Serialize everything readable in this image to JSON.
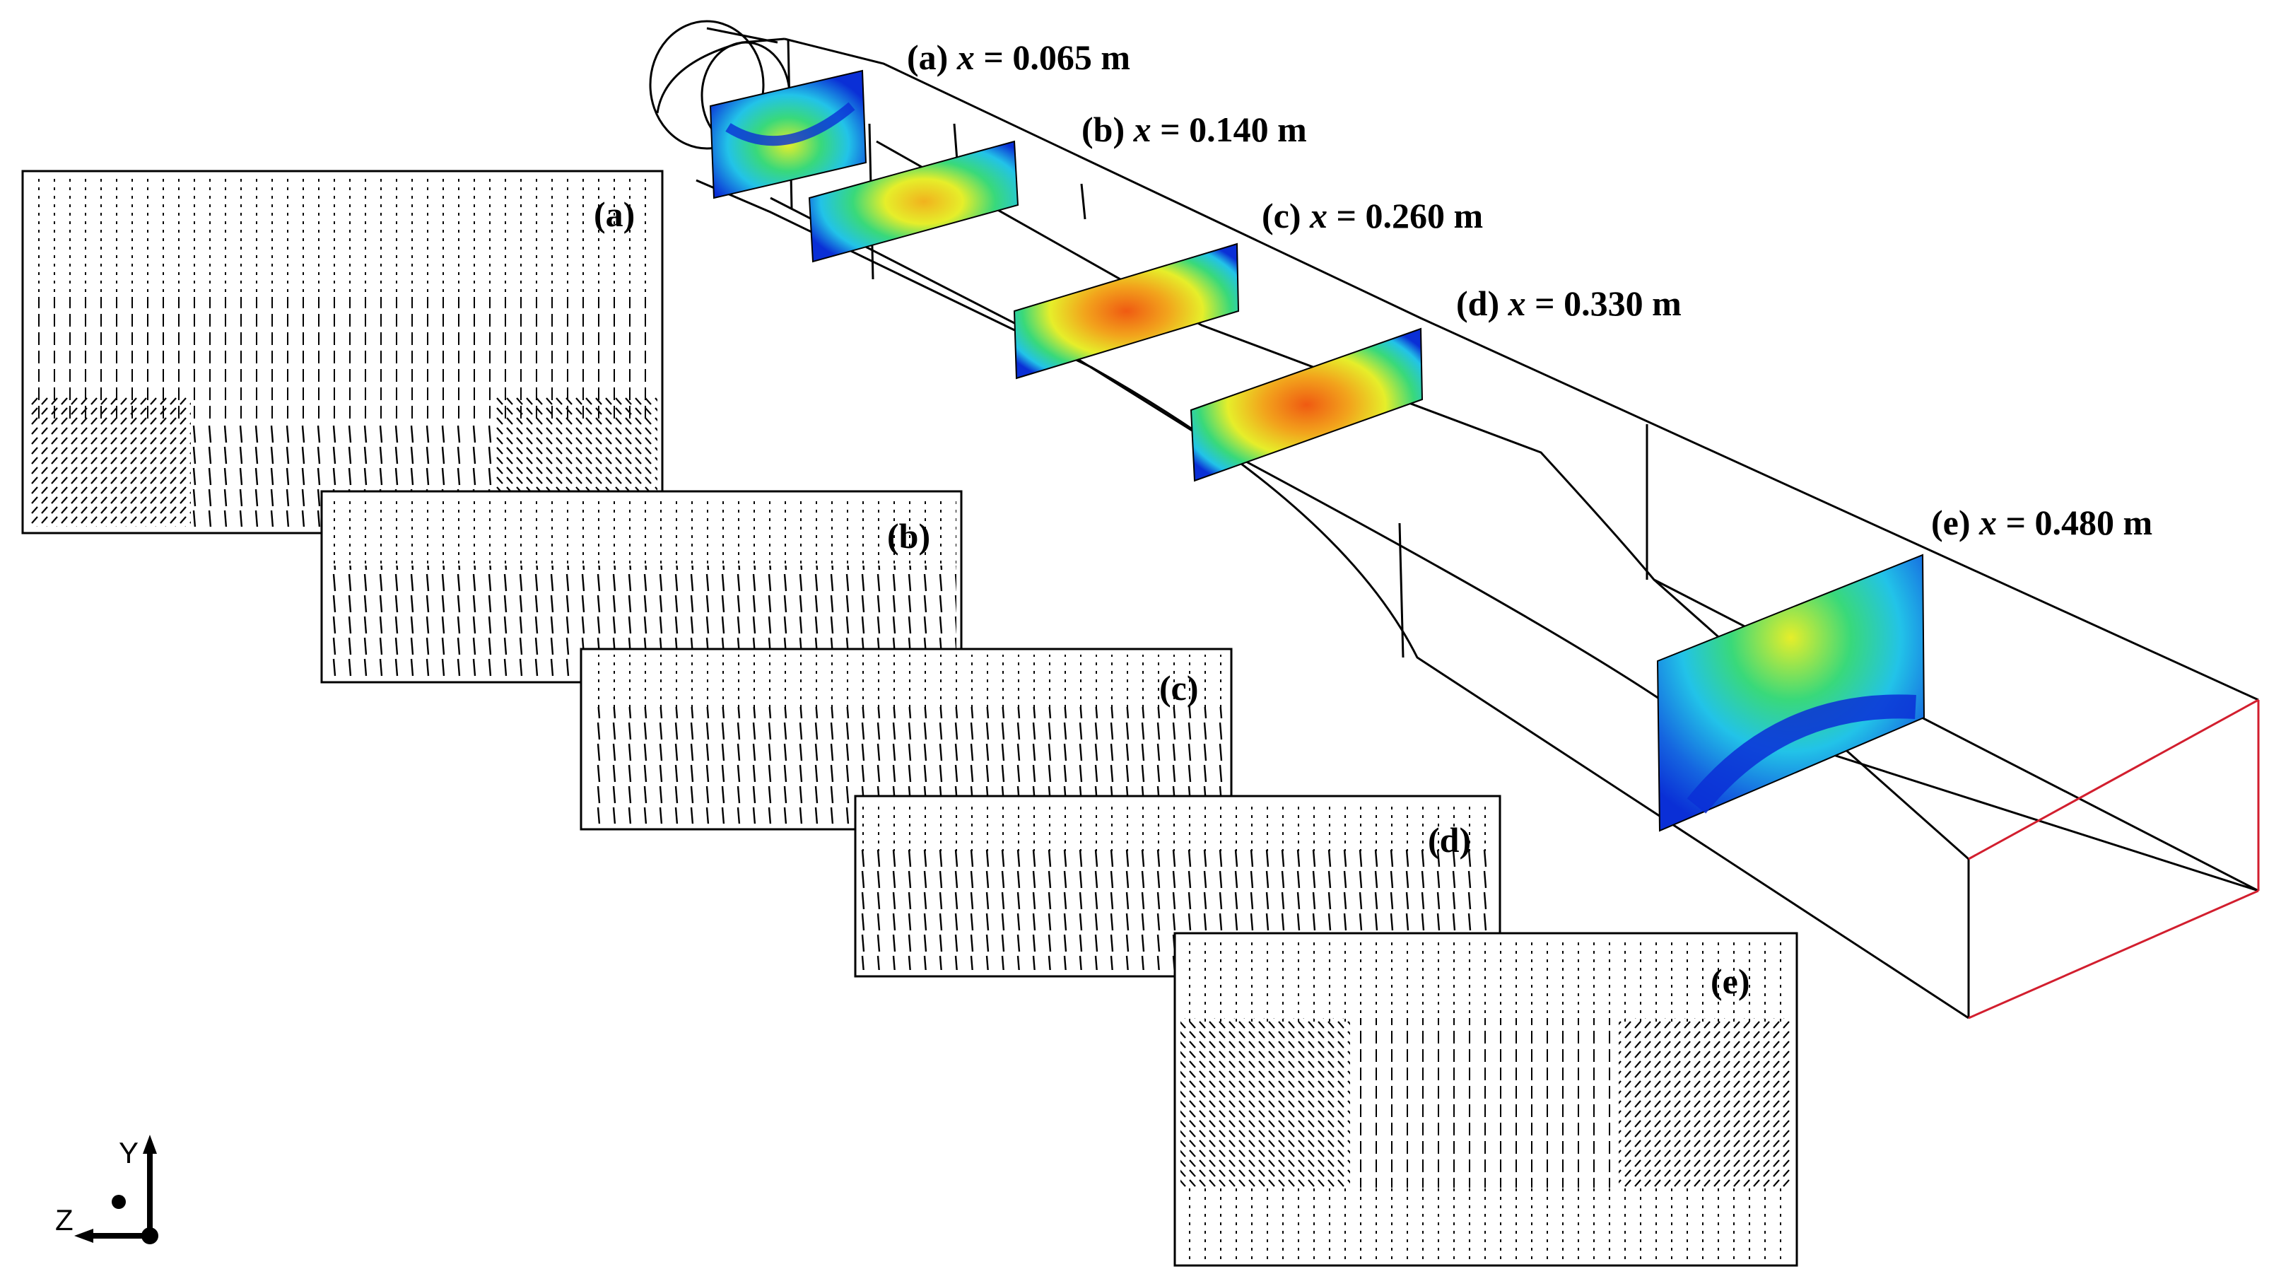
{
  "sections": [
    {
      "id": "a",
      "tag": "(a)",
      "var": "x",
      "eq": " = ",
      "value": "0.065 m"
    },
    {
      "id": "b",
      "tag": "(b)",
      "var": "x",
      "eq": " = ",
      "value": "0.140 m"
    },
    {
      "id": "c",
      "tag": "(c)",
      "var": "x",
      "eq": " = ",
      "value": "0.260 m"
    },
    {
      "id": "d",
      "tag": "(d)",
      "var": "x",
      "eq": " = ",
      "value": "0.330 m"
    },
    {
      "id": "e",
      "tag": "(e)",
      "var": "x",
      "eq": " = ",
      "value": "0.480 m"
    }
  ],
  "vector_panels": [
    {
      "id": "a",
      "tag": "(a)"
    },
    {
      "id": "b",
      "tag": "(b)"
    },
    {
      "id": "c",
      "tag": "(c)"
    },
    {
      "id": "d",
      "tag": "(d)"
    },
    {
      "id": "e",
      "tag": "(e)"
    }
  ],
  "axes": {
    "y": "Y",
    "z": "Z"
  },
  "colors": {
    "contour_low": "#0a2fd6",
    "contour_mid": "#22c3e8",
    "contour_green": "#39d97a",
    "contour_yellow": "#e6ee2a",
    "contour_high": "#f05a12",
    "outlet_edge": "#d21e2e",
    "line": "#000000"
  }
}
